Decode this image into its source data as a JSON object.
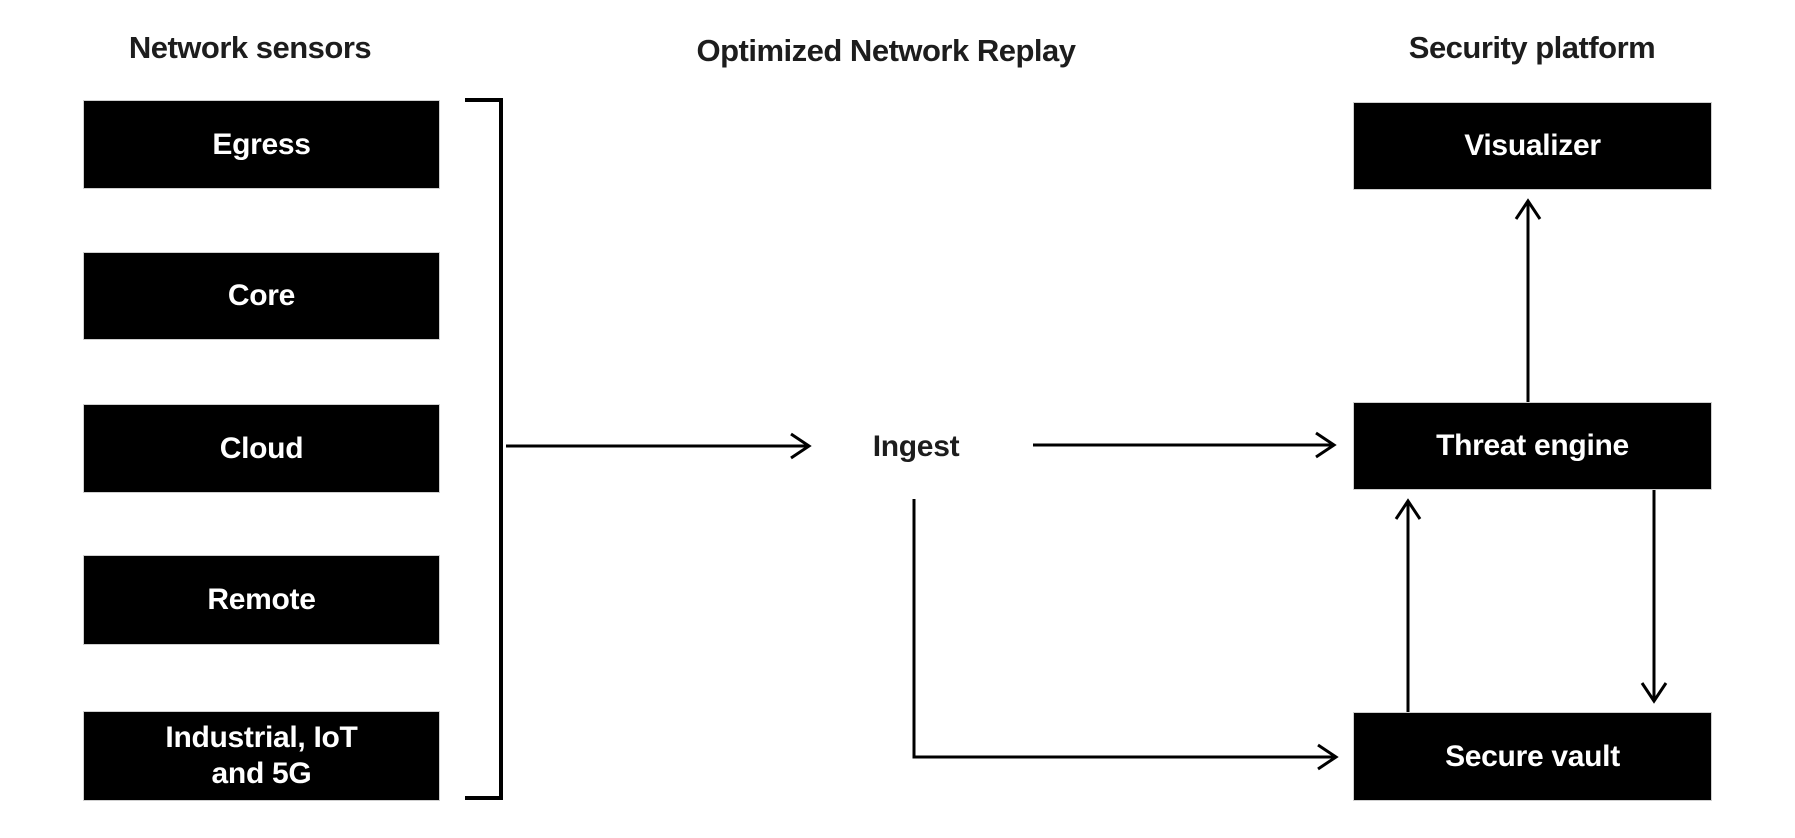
{
  "diagram": {
    "columns": {
      "network_sensors": {
        "title": "Network sensors",
        "items": [
          "Egress",
          "Core",
          "Cloud",
          "Remote",
          "Industrial, IoT\nand 5G"
        ]
      },
      "optimized_network_replay": {
        "title": "Optimized Network Replay",
        "node": "Ingest"
      },
      "security_platform": {
        "title": "Security platform",
        "items": [
          "Visualizer",
          "Threat engine",
          "Secure vault"
        ]
      }
    },
    "edges": [
      {
        "from": "Network sensors group",
        "to": "Ingest"
      },
      {
        "from": "Ingest",
        "to": "Threat engine"
      },
      {
        "from": "Ingest",
        "to": "Secure vault"
      },
      {
        "from": "Threat engine",
        "to": "Visualizer"
      },
      {
        "from": "Secure vault",
        "to": "Threat engine"
      },
      {
        "from": "Threat engine",
        "to": "Secure vault"
      }
    ],
    "colors": {
      "background": "#ffffff",
      "box_fill": "#000000",
      "box_text": "#ffffff",
      "title_text": "#1d1d1d",
      "line": "#000000"
    }
  }
}
